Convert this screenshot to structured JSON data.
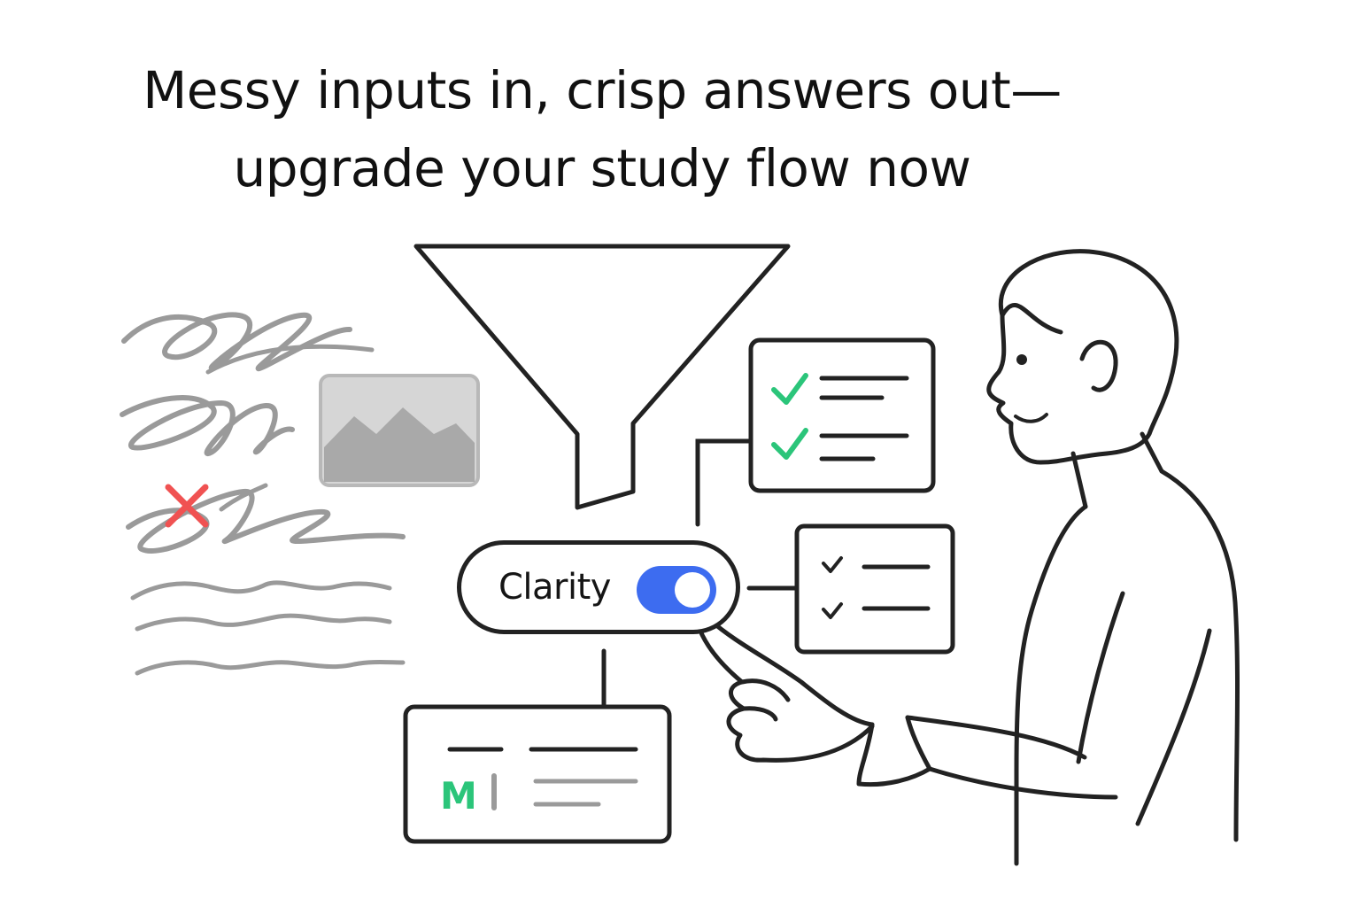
{
  "headline": {
    "line1": "Messy inputs in, crisp answers out—",
    "line2": "upgrade your study flow now"
  },
  "toggle": {
    "label": "Clarity",
    "state": "on",
    "color": "#3d6cf0"
  },
  "badge": {
    "letter": "M",
    "color": "#2bc57a"
  },
  "colors": {
    "ink": "#222222",
    "scribble": "#9a9a9a",
    "check": "#2bc57a",
    "cross": "#f05252",
    "image_placeholder": "#c8c8c8"
  },
  "icons": [
    "funnel-icon",
    "image-placeholder-icon",
    "cross-icon",
    "check-icon"
  ]
}
